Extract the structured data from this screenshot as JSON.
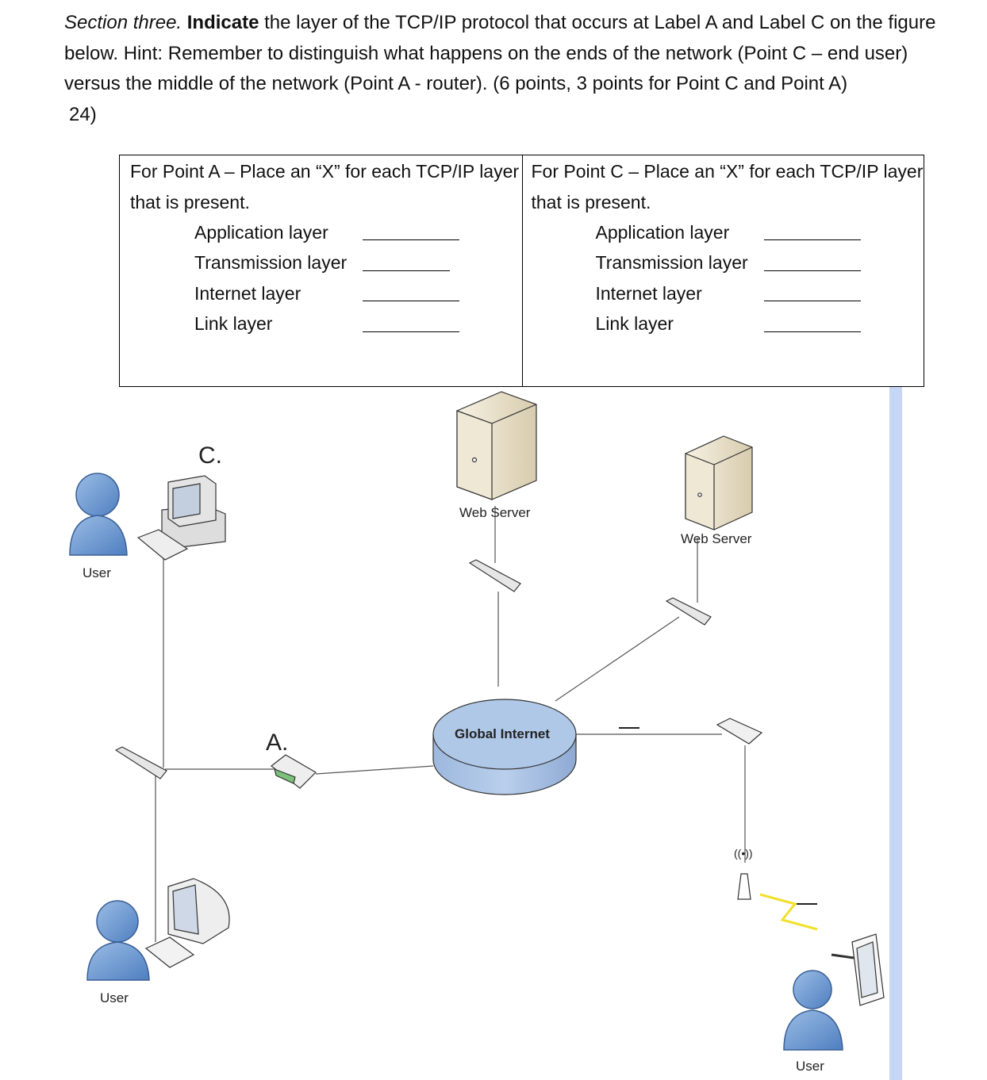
{
  "question": {
    "section": "Section three.",
    "verb": "Indicate",
    "text": " the layer of the TCP/IP protocol that occurs at Label A and Label C on the figure below.  Hint: Remember to distinguish what happens on the ends of the network (Point C – end user) versus the middle of the network (Point A - router).  (6 points, 3 points for Point C and Point A)",
    "number": "24)"
  },
  "table": {
    "point_a": {
      "heading": "For Point A – Place an “X” for each TCP/IP layer that is present.",
      "layers": [
        "Application layer",
        "Transmission layer",
        "Internet layer",
        "Link layer"
      ]
    },
    "point_c": {
      "heading": "For Point C  – Place an “X” for each TCP/IP layer that is present.",
      "layers": [
        "Application layer",
        "Transmission layer",
        "Internet layer",
        "Link layer"
      ]
    }
  },
  "diagram": {
    "user_top_left": "User",
    "user_bottom_left": "User",
    "user_bottom_right": "User",
    "web_server_center": "Web Server",
    "web_server_right": "Web Server",
    "cloud": "Global Internet",
    "label_c": "C.",
    "label_a": "A.",
    "wireless_symbol": "((•))"
  },
  "colors": {
    "user_blue": "#6c9bd2",
    "cloud_blue": "#a9c4e6",
    "server_tan": "#e8dfc8",
    "side_bar": "#c6d6f5"
  }
}
